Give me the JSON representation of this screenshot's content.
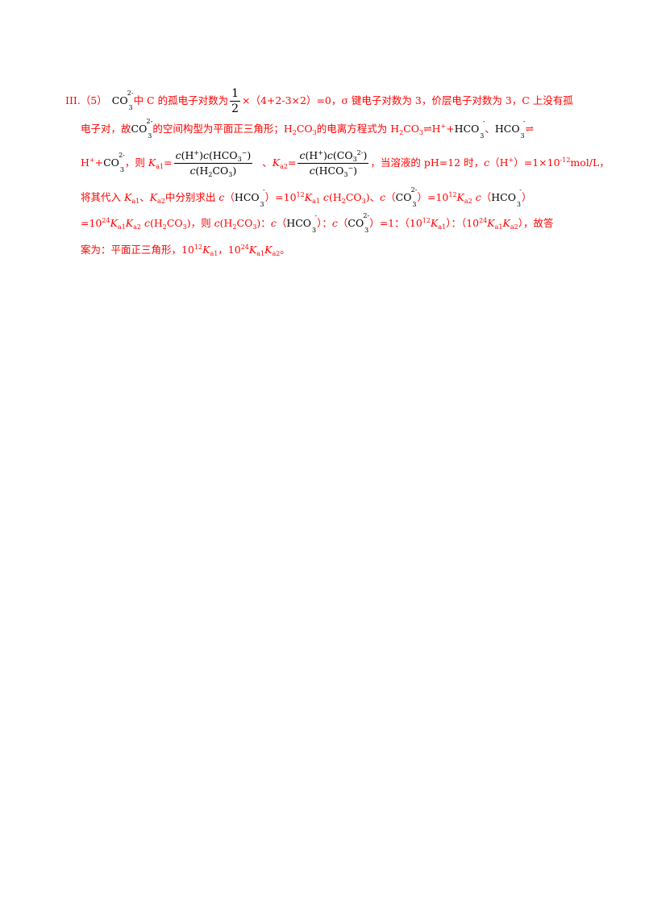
{
  "colors": {
    "answer_text": "#ff0000",
    "formula_text": "#000000",
    "background": "#ffffff"
  },
  "answer": {
    "label": "III.（5）",
    "co3": "CO",
    "hco3": "HCO",
    "sub3": "3",
    "charge_2minus": "2-",
    "charge_minus": "-",
    "p1_a": "中 C 的孤电子对数为",
    "half_num": "1",
    "half_den": "2",
    "p1_b": "×（4+2-3×2）=0，σ 键电子对数为 3，价层电子对数为 3，C 上没有孤",
    "p2_a": "电子对，故",
    "p2_b": "的空间构型为平面正三角形；H",
    "p2_c": "CO",
    "p2_d": "的电离方程式为 H",
    "p2_e": "CO",
    "p2_f": "⇌H",
    "p2_g": "+",
    "p2_h": "、",
    "p2_i": "⇌",
    "p3_a": "H",
    "p3_b": "+",
    "p3_c": "，则 ",
    "K": "K",
    "a1": "a1",
    "a2": "a2",
    "eq": "=",
    "c": "c",
    "ka1_num_1": "(H",
    "ka1_num_2": ")",
    "ka1_num_3": "(HCO",
    "ka1_num_4": ")",
    "ka1_den_1": "(H",
    "ka1_den_2": "CO",
    "ka1_den_3": ")",
    "sep": "、",
    "ka2_num_1": "(H",
    "ka2_num_2": ")",
    "ka2_num_3": "(CO",
    "ka2_num_4": ")",
    "ka2_den_1": "(HCO",
    "ka2_den_2": ")",
    "p3_d": "，当溶液的 pH=12 时，",
    "p3_e": "（H",
    "p3_f": "）=1×10",
    "exp_m12": "-12",
    "p3_g": "mol/L，",
    "p4_a": "将其代入 ",
    "p4_b": "中分别求出 ",
    "p4_paren_l": "（",
    "p4_paren_r": "）",
    "p4_c": "=10",
    "exp_12": "12",
    "p4_d": "(H",
    "p4_e": "CO",
    "p4_f": ")、",
    "p5_a": "=10",
    "exp_24": "24",
    "p5_b": "(H",
    "p5_c": "CO",
    "p5_d": ")，则 ",
    "p5_e": "(H",
    "p5_f": "CO",
    "p5_g": ")：",
    "p5_h": "：",
    "p5_i": "=1：（10",
    "p5_j": "）：（10",
    "p5_k": "），故答",
    "p6_a": "案为：平面正三角形，10",
    "p6_b": "，10",
    "p6_c": "。",
    "plus_sup": "+",
    "minus_sup": "−",
    "two": "2",
    "comma": "，"
  }
}
